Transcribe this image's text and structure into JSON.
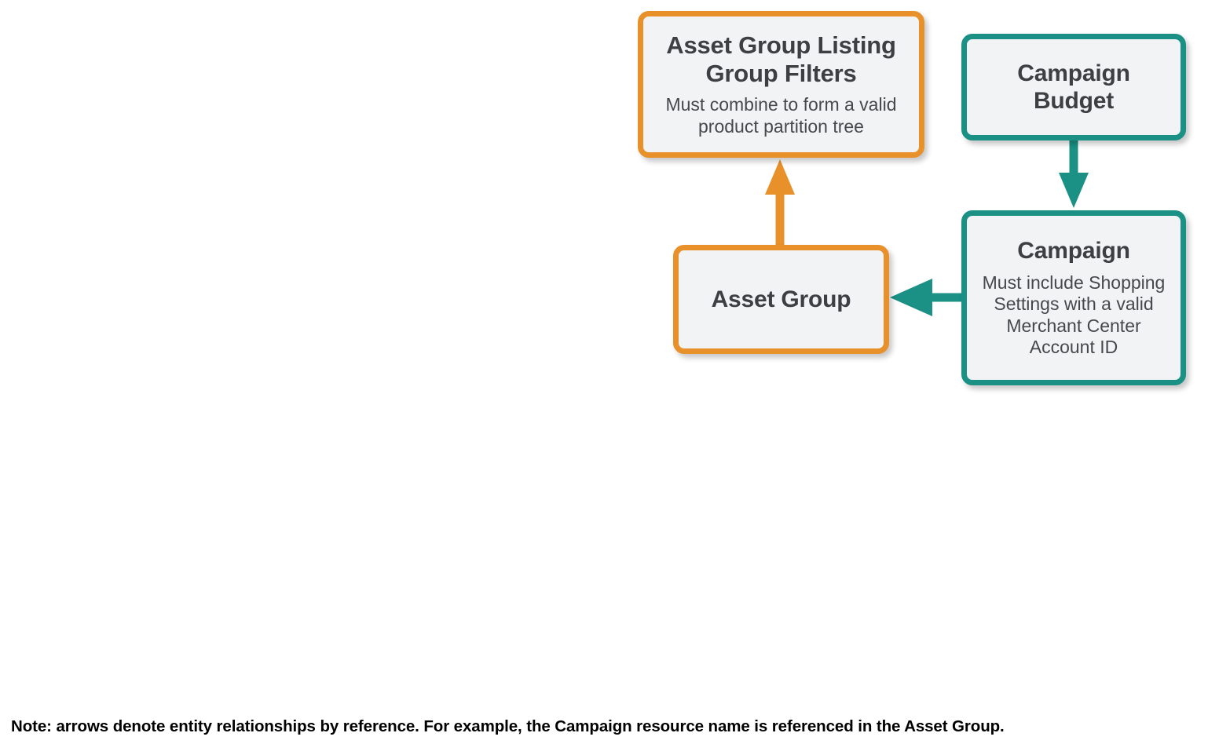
{
  "diagram": {
    "nodes": [
      {
        "id": "asset-group-listing-group-filters",
        "title": "Asset Group Listing Group Filters",
        "subtitle": "Must combine to form a valid product partition tree",
        "color": "#E8912B",
        "color_name": "orange"
      },
      {
        "id": "campaign-budget",
        "title": "Campaign Budget",
        "subtitle": "",
        "color": "#1A9184",
        "color_name": "teal"
      },
      {
        "id": "asset-group",
        "title": "Asset Group",
        "subtitle": "",
        "color": "#E8912B",
        "color_name": "orange"
      },
      {
        "id": "campaign",
        "title": "Campaign",
        "subtitle": "Must include Shopping Settings with a valid Merchant Center Account ID",
        "color": "#1A9184",
        "color_name": "teal"
      }
    ],
    "edges": [
      {
        "id": "edge-asset-group-to-listing-filters",
        "from": "asset-group",
        "to": "asset-group-listing-group-filters",
        "direction": "up",
        "color": "#E8912B"
      },
      {
        "id": "edge-campaign-budget-to-campaign",
        "from": "campaign-budget",
        "to": "campaign",
        "direction": "down",
        "color": "#1A9184"
      },
      {
        "id": "edge-campaign-to-asset-group",
        "from": "campaign",
        "to": "asset-group",
        "direction": "left",
        "color": "#1A9184"
      }
    ],
    "footnote": "Note: arrows denote entity relationships by reference. For example, the Campaign resource name is referenced in the Asset Group.",
    "box_fill": "#F1F3F4",
    "title_text_color": "#3C4043",
    "subtitle_text_color": "#46494C",
    "background": "#FFFFFF"
  }
}
